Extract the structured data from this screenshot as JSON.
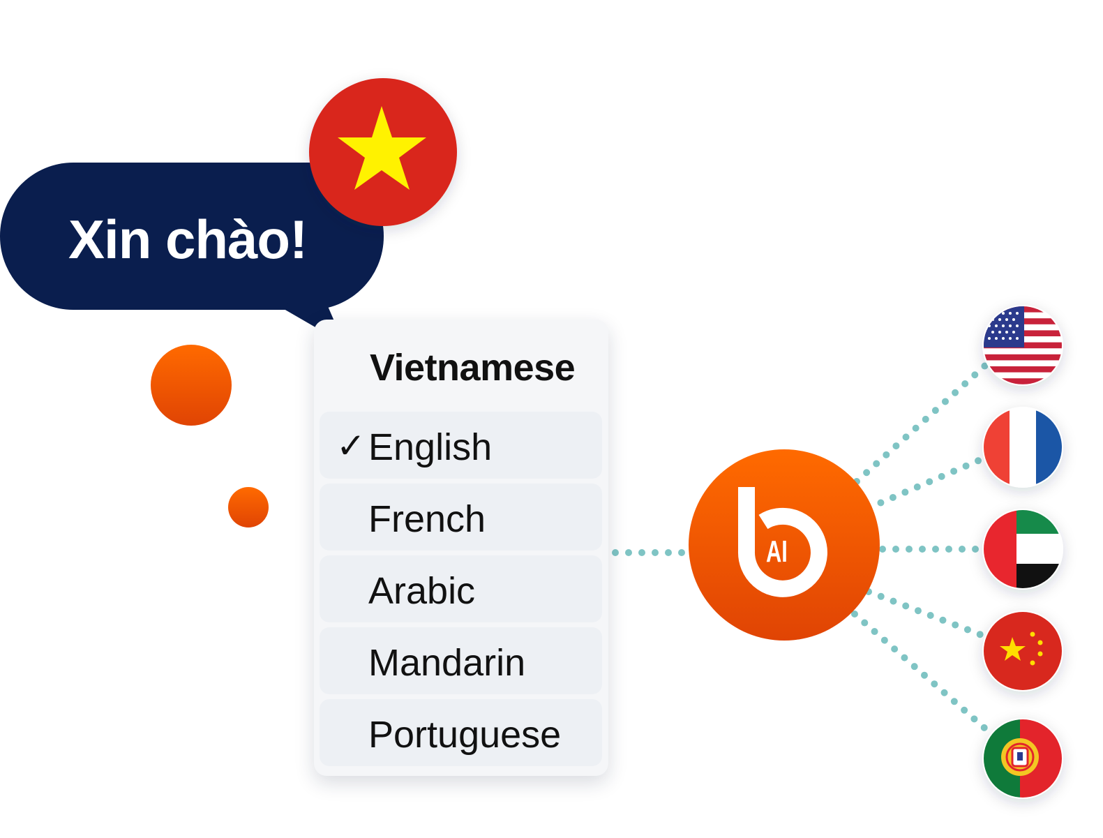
{
  "bubble": {
    "greeting": "Xin chào!",
    "flag": "vietnam-flag-icon",
    "color": "#0a1e4e"
  },
  "language_menu": {
    "header": "Vietnamese",
    "check_mark": "✓",
    "selected": "English",
    "items": [
      {
        "label": "English",
        "selected": true
      },
      {
        "label": "French",
        "selected": false
      },
      {
        "label": "Arabic",
        "selected": false
      },
      {
        "label": "Mandarin",
        "selected": false
      },
      {
        "label": "Portuguese",
        "selected": false
      }
    ]
  },
  "cursor": "hand-pointer-icon",
  "hub": {
    "logo": "b-ai-logo-icon",
    "label": "AI",
    "color": "#f35a06"
  },
  "connector_color": "#7fc4c4",
  "flags": [
    "usa-flag-icon",
    "france-flag-icon",
    "uae-flag-icon",
    "china-flag-icon",
    "portugal-flag-icon"
  ],
  "accent_color": "#f25c05"
}
